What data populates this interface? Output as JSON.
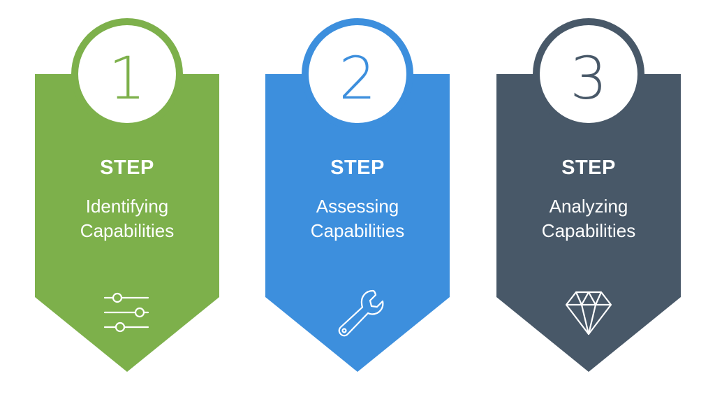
{
  "steps": [
    {
      "number": "1",
      "heading": "STEP",
      "title_line1": "Identifying",
      "title_line2": "Capabilities",
      "icon": "sliders-icon",
      "color": "#7db04b"
    },
    {
      "number": "2",
      "heading": "STEP",
      "title_line1": "Assessing",
      "title_line2": "Capabilities",
      "icon": "wrench-icon",
      "color": "#3d8fdd"
    },
    {
      "number": "3",
      "heading": "STEP",
      "title_line1": "Analyzing",
      "title_line2": "Capabilities",
      "icon": "diamond-icon",
      "color": "#485868"
    }
  ]
}
